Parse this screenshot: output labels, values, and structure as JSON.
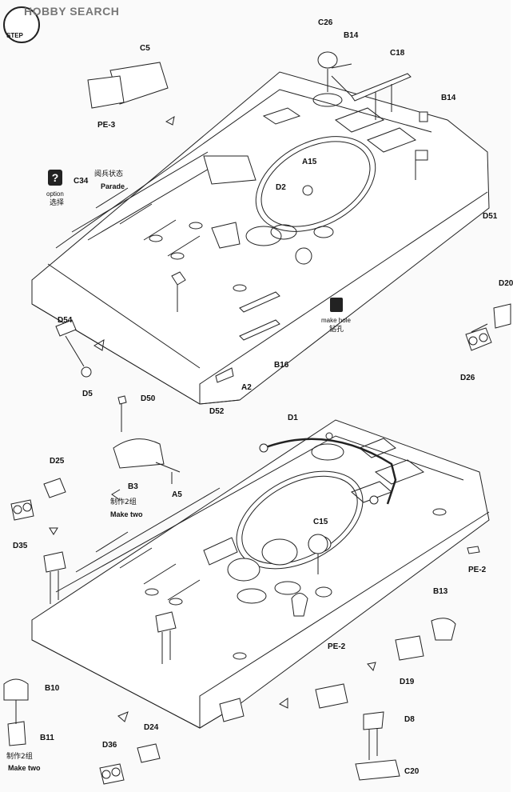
{
  "header": {
    "logo_text": "HOBBY SEARCH",
    "step_label": "STEP"
  },
  "parts": {
    "C26": "C26",
    "B14a": "B14",
    "C18": "C18",
    "B14b": "B14",
    "C5": "C5",
    "PE3": "PE-3",
    "C34": "C34",
    "A15": "A15",
    "D2": "D2",
    "D51": "D51",
    "D20": "D20",
    "D26": "D26",
    "D54": "D54",
    "D5": "D5",
    "B16": "B16",
    "A2": "A2",
    "D52": "D52",
    "D50": "D50",
    "B3": "B3",
    "A5": "A5",
    "D1": "D1",
    "D25": "D25",
    "D35": "D35",
    "C15": "C15",
    "PE2a": "PE-2",
    "PE2b": "PE-2",
    "B13": "B13",
    "D19": "D19",
    "B10": "B10",
    "B11": "B11",
    "D8": "D8",
    "C20": "C20",
    "D36": "D36",
    "D24": "D24"
  },
  "notes": {
    "parade_cn": "阅兵状态",
    "parade_en": "Parade",
    "option_en": "option",
    "option_cn": "选择",
    "make_hole_en": "make hole",
    "make_hole_cn": "钻孔",
    "make_two_cn_1": "制作2组",
    "make_two_en_1": "Make two",
    "make_two_cn_2": "制作2组",
    "make_two_en_2": "Make two"
  }
}
